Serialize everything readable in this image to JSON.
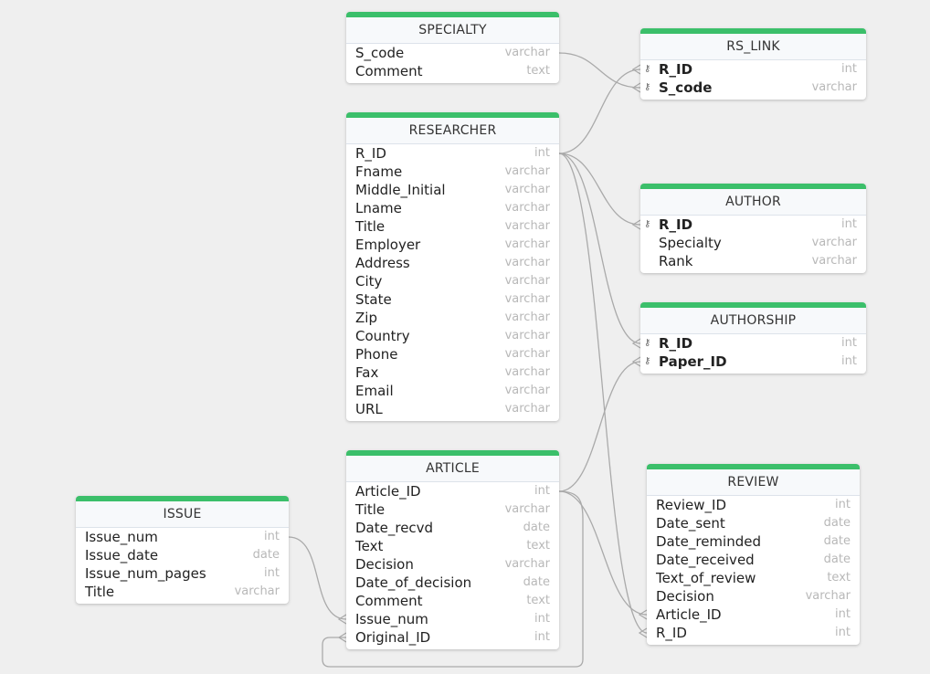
{
  "tables": [
    {
      "id": "specialty",
      "name": "SPECIALTY",
      "columns": [
        {
          "name": "S_code",
          "type": "varchar"
        },
        {
          "name": "Comment",
          "type": "text"
        }
      ]
    },
    {
      "id": "researcher",
      "name": "RESEARCHER",
      "columns": [
        {
          "name": "R_ID",
          "type": "int"
        },
        {
          "name": "Fname",
          "type": "varchar"
        },
        {
          "name": "Middle_Initial",
          "type": "varchar"
        },
        {
          "name": "Lname",
          "type": "varchar"
        },
        {
          "name": "Title",
          "type": "varchar"
        },
        {
          "name": "Employer",
          "type": "varchar"
        },
        {
          "name": "Address",
          "type": "varchar"
        },
        {
          "name": "City",
          "type": "varchar"
        },
        {
          "name": "State",
          "type": "varchar"
        },
        {
          "name": "Zip",
          "type": "varchar"
        },
        {
          "name": "Country",
          "type": "varchar"
        },
        {
          "name": "Phone",
          "type": "varchar"
        },
        {
          "name": "Fax",
          "type": "varchar"
        },
        {
          "name": "Email",
          "type": "varchar"
        },
        {
          "name": "URL",
          "type": "varchar"
        }
      ]
    },
    {
      "id": "article",
      "name": "ARTICLE",
      "columns": [
        {
          "name": "Article_ID",
          "type": "int"
        },
        {
          "name": "Title",
          "type": "varchar"
        },
        {
          "name": "Date_recvd",
          "type": "date"
        },
        {
          "name": "Text",
          "type": "text"
        },
        {
          "name": "Decision",
          "type": "varchar"
        },
        {
          "name": "Date_of_decision",
          "type": "date"
        },
        {
          "name": "Comment",
          "type": "text"
        },
        {
          "name": "Issue_num",
          "type": "int"
        },
        {
          "name": "Original_ID",
          "type": "int"
        }
      ]
    },
    {
      "id": "issue",
      "name": "ISSUE",
      "columns": [
        {
          "name": "Issue_num",
          "type": "int"
        },
        {
          "name": "Issue_date",
          "type": "date"
        },
        {
          "name": "Issue_num_pages",
          "type": "int"
        },
        {
          "name": "Title",
          "type": "varchar"
        }
      ]
    },
    {
      "id": "rs_link",
      "name": "RS_LINK",
      "columns": [
        {
          "name": "R_ID",
          "type": "int",
          "pk": true
        },
        {
          "name": "S_code",
          "type": "varchar",
          "pk": true
        }
      ]
    },
    {
      "id": "author",
      "name": "AUTHOR",
      "columns": [
        {
          "name": "R_ID",
          "type": "int",
          "pk": true
        },
        {
          "name": "Specialty",
          "type": "varchar"
        },
        {
          "name": "Rank",
          "type": "varchar"
        }
      ]
    },
    {
      "id": "authorship",
      "name": "AUTHORSHIP",
      "columns": [
        {
          "name": "R_ID",
          "type": "int",
          "pk": true
        },
        {
          "name": "Paper_ID",
          "type": "int",
          "pk": true
        }
      ]
    },
    {
      "id": "review",
      "name": "REVIEW",
      "columns": [
        {
          "name": "Review_ID",
          "type": "int"
        },
        {
          "name": "Date_sent",
          "type": "date"
        },
        {
          "name": "Date_reminded",
          "type": "date"
        },
        {
          "name": "Date_received",
          "type": "date"
        },
        {
          "name": "Text_of_review",
          "type": "text"
        },
        {
          "name": "Decision",
          "type": "varchar"
        },
        {
          "name": "Article_ID",
          "type": "int"
        },
        {
          "name": "R_ID",
          "type": "int"
        }
      ]
    }
  ],
  "relations": [
    {
      "from": "specialty.S_code",
      "to": "rs_link.S_code"
    },
    {
      "from": "researcher.R_ID",
      "to": "rs_link.R_ID"
    },
    {
      "from": "researcher.R_ID",
      "to": "author.R_ID"
    },
    {
      "from": "researcher.R_ID",
      "to": "authorship.R_ID"
    },
    {
      "from": "researcher.R_ID",
      "to": "review.R_ID"
    },
    {
      "from": "article.Article_ID",
      "to": "authorship.Paper_ID"
    },
    {
      "from": "article.Article_ID",
      "to": "review.Article_ID"
    },
    {
      "from": "issue.Issue_num",
      "to": "article.Issue_num"
    },
    {
      "from": "article.Article_ID",
      "to": "article.Original_ID"
    }
  ],
  "colors": {
    "header_accent": "#3bbf6a",
    "connector": "#aaaaaa",
    "background": "#efefef"
  },
  "icons": {
    "primary_key": "key-icon"
  }
}
